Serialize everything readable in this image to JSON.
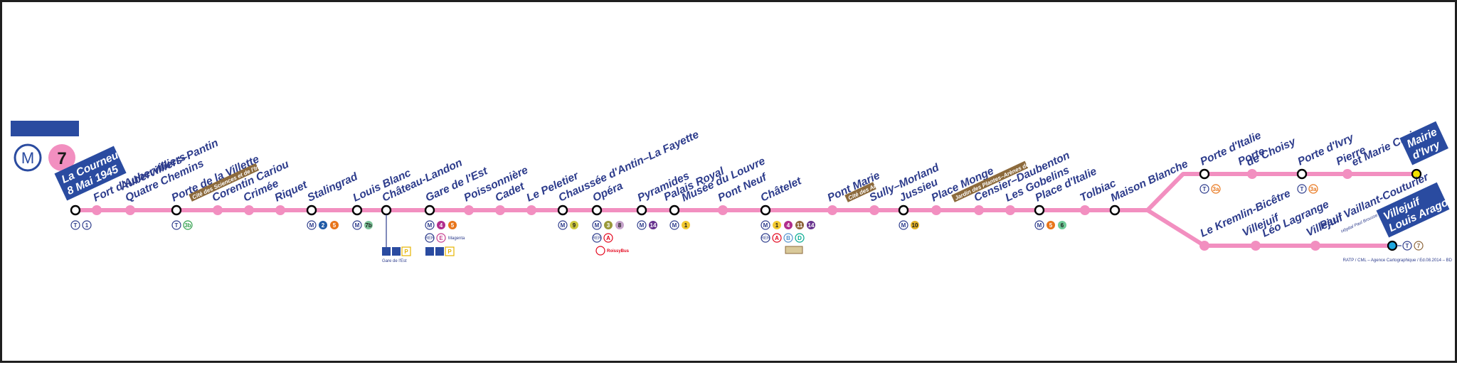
{
  "header": {
    "metro_symbol": "M",
    "line_number": "7",
    "line_color": "#f28fc0",
    "brand_color": "#2a4ba0"
  },
  "colors": {
    "line": "#f28fc0",
    "label": "#2d3c8c",
    "terminus_bg": "#2a4ba0",
    "subtitle_bg": "#8c6a3c"
  },
  "stations": {
    "la_courneuve": {
      "name_1": "La Courneuve",
      "name_2": "8 Mai 1945"
    },
    "fort_aubervilliers": {
      "name": "Fort d'Aubervilliers"
    },
    "aubervilliers_pantin": {
      "name_1": "Aubervilliers–Pantin",
      "name_2": "Quatre Chemins"
    },
    "porte_villette": {
      "name": "Porte de la Villette",
      "subtitle": "Cité des Sciences et de l'Industrie"
    },
    "corentin_cariou": {
      "name": "Corentin Cariou"
    },
    "crimee": {
      "name": "Crimée"
    },
    "riquet": {
      "name": "Riquet"
    },
    "stalingrad": {
      "name": "Stalingrad"
    },
    "louis_blanc": {
      "name": "Louis Blanc"
    },
    "chateau_landon": {
      "name": "Château-Landon"
    },
    "gare_est": {
      "name": "Gare de l'Est"
    },
    "poissonniere": {
      "name": "Poissonnière"
    },
    "cadet": {
      "name": "Cadet"
    },
    "le_peletier": {
      "name": "Le Peletier"
    },
    "chaussee_antin": {
      "name": "Chaussée d'Antin–La Fayette"
    },
    "opera": {
      "name": "Opéra"
    },
    "pyramides": {
      "name": "Pyramides"
    },
    "palais_royal": {
      "name_1": "Palais Royal",
      "name_2": "Musée du Louvre"
    },
    "pont_neuf": {
      "name": "Pont Neuf"
    },
    "chatelet": {
      "name": "Châtelet"
    },
    "pont_marie": {
      "name": "Pont Marie",
      "subtitle": "Cité des Arts"
    },
    "sully_morland": {
      "name": "Sully–Morland"
    },
    "jussieu": {
      "name": "Jussieu"
    },
    "place_monge": {
      "name": "Place Monge",
      "subtitle": "Jardin des Plantes–Arènes de Lutèce"
    },
    "censier_daubenton": {
      "name": "Censier–Daubenton"
    },
    "les_gobelins": {
      "name": "Les Gobelins"
    },
    "place_italie": {
      "name": "Place d'Italie"
    },
    "tolbiac": {
      "name": "Tolbiac"
    },
    "maison_blanche": {
      "name": "Maison Blanche"
    },
    "porte_italie": {
      "name": "Porte d'Italie"
    },
    "porte_choisy": {
      "name_1": "Porte",
      "name_2": "de Choisy"
    },
    "porte_ivry": {
      "name": "Porte d'Ivry"
    },
    "pierre_curie": {
      "name_1": "Pierre",
      "name_2": "et Marie Curie"
    },
    "mairie_ivry": {
      "name_1": "Mairie",
      "name_2": "d'Ivry"
    },
    "kremlin_bicetre": {
      "name": "Le Kremlin-Bicêtre"
    },
    "villejuif_leo": {
      "name_1": "Villejuif",
      "name_2": "Léo Lagrange"
    },
    "villejuif_paul": {
      "name_1": "Villejuif",
      "name_2": "Paul Vaillant-Couturier",
      "subtitle": "Hôpital Paul Brousse"
    },
    "villejuif_aragon": {
      "name_1": "Villejuif",
      "name_2": "Louis Aragon"
    }
  },
  "correspondences": {
    "metro": "M",
    "tram": "T",
    "rer": "RER",
    "parking": "P",
    "line_1": "1",
    "line_2": "2",
    "line_3": "3",
    "line_4": "4",
    "line_5": "5",
    "line_6": "6",
    "line_8": "8",
    "line_9": "9",
    "line_10": "10",
    "line_11": "11",
    "line_14": "14",
    "line_7bis": "7b",
    "tram_1": "1",
    "tram_3b": "3b",
    "tram_3a": "3a",
    "tram_7": "7",
    "rer_a": "A",
    "rer_b": "B",
    "rer_d": "D",
    "rer_e": "E",
    "magenta": "Magenta",
    "roissybus": "RoissyBus",
    "gare_est_note": "Gare de l'Est"
  },
  "footer": {
    "credits": "RATP / CML – Agence Cartographique / Ed.08.2014 – BD"
  }
}
